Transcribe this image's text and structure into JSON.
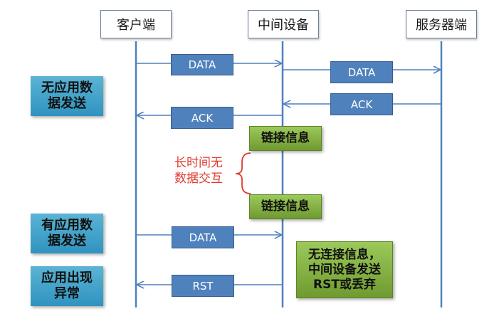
{
  "lanes": {
    "client": "客户端",
    "middle": "中间设备",
    "server": "服务器端"
  },
  "phases": {
    "no_app": "无应用数\n据发送",
    "has_app": "有应用数\n据发送",
    "abnormal": "应用出现\n异常"
  },
  "messages": {
    "data1": "DATA",
    "data2": "DATA",
    "ack1": "ACK",
    "ack2": "ACK",
    "data3": "DATA",
    "rst": "RST"
  },
  "info": {
    "link1": "链接信息",
    "link2": "链接信息",
    "no_link": "无连接信息，\n中间设备发送\nRST或丢弃"
  },
  "annotation": {
    "idle": "长时间无\n数据交互"
  },
  "colors": {
    "lifeline": "#4f81bd",
    "message_box": "#4f81bd",
    "phase_box": "#3fa3cc",
    "info_box": "#8ab548",
    "annotation": "#e03a2e"
  }
}
